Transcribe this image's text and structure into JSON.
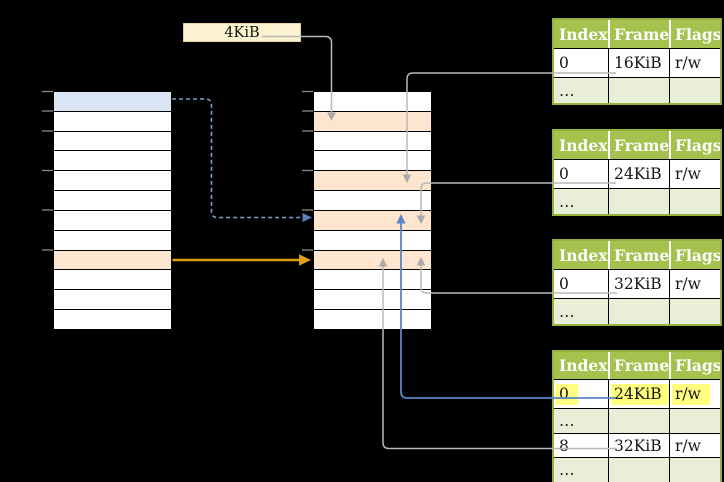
{
  "diagram": {
    "background": "#000000",
    "size_label": {
      "text": "4KiB"
    },
    "left_table": {
      "row_count": 12,
      "blue_row_index": 0,
      "peach_row_index": 8,
      "tick_ys": [
        91,
        111,
        131,
        171,
        210,
        250
      ]
    },
    "middle_table": {
      "row_count": 12,
      "peach_row_indexes": [
        1,
        4,
        6,
        8
      ],
      "tick_ys": [
        91,
        111,
        131,
        171,
        210,
        250
      ]
    },
    "frame_tables": [
      {
        "headers": [
          "Index",
          "Frame",
          "Flags"
        ],
        "rows": [
          [
            "0",
            "16KiB",
            "r/w"
          ],
          [
            "…",
            "",
            ""
          ]
        ]
      },
      {
        "headers": [
          "Index",
          "Frame",
          "Flags"
        ],
        "rows": [
          [
            "0",
            "24KiB",
            "r/w"
          ],
          [
            "…",
            "",
            ""
          ]
        ]
      },
      {
        "headers": [
          "Index",
          "Frame",
          "Flags"
        ],
        "rows": [
          [
            "0",
            "32KiB",
            "r/w"
          ],
          [
            "…",
            "",
            ""
          ]
        ]
      },
      {
        "headers": [
          "Index",
          "Frame",
          "Flags"
        ],
        "highlighted_row_index": 0,
        "rows": [
          [
            "0",
            "24KiB",
            "r/w"
          ],
          [
            "…",
            "",
            ""
          ],
          [
            "8",
            "32KiB",
            "r/w"
          ],
          [
            "…",
            "",
            ""
          ]
        ]
      }
    ],
    "colors": {
      "row_highlight_blue": "#d9e5f4",
      "row_highlight_peach": "#fde5cf",
      "label_box_fill": "#fcf2cf",
      "table_header_green": "#a4c24d",
      "table_border_green": "#94b23c",
      "dots_row_green": "#e9efd6",
      "cell_highlight_yellow": "#ffff7d",
      "arrow_gray": "#b9b9b9",
      "arrow_gray_head": "#a9a9a9",
      "arrow_blue": "#5b85c2",
      "arrow_blue_dashed": "#7da0cc",
      "arrow_orange": "#df9c13"
    }
  }
}
